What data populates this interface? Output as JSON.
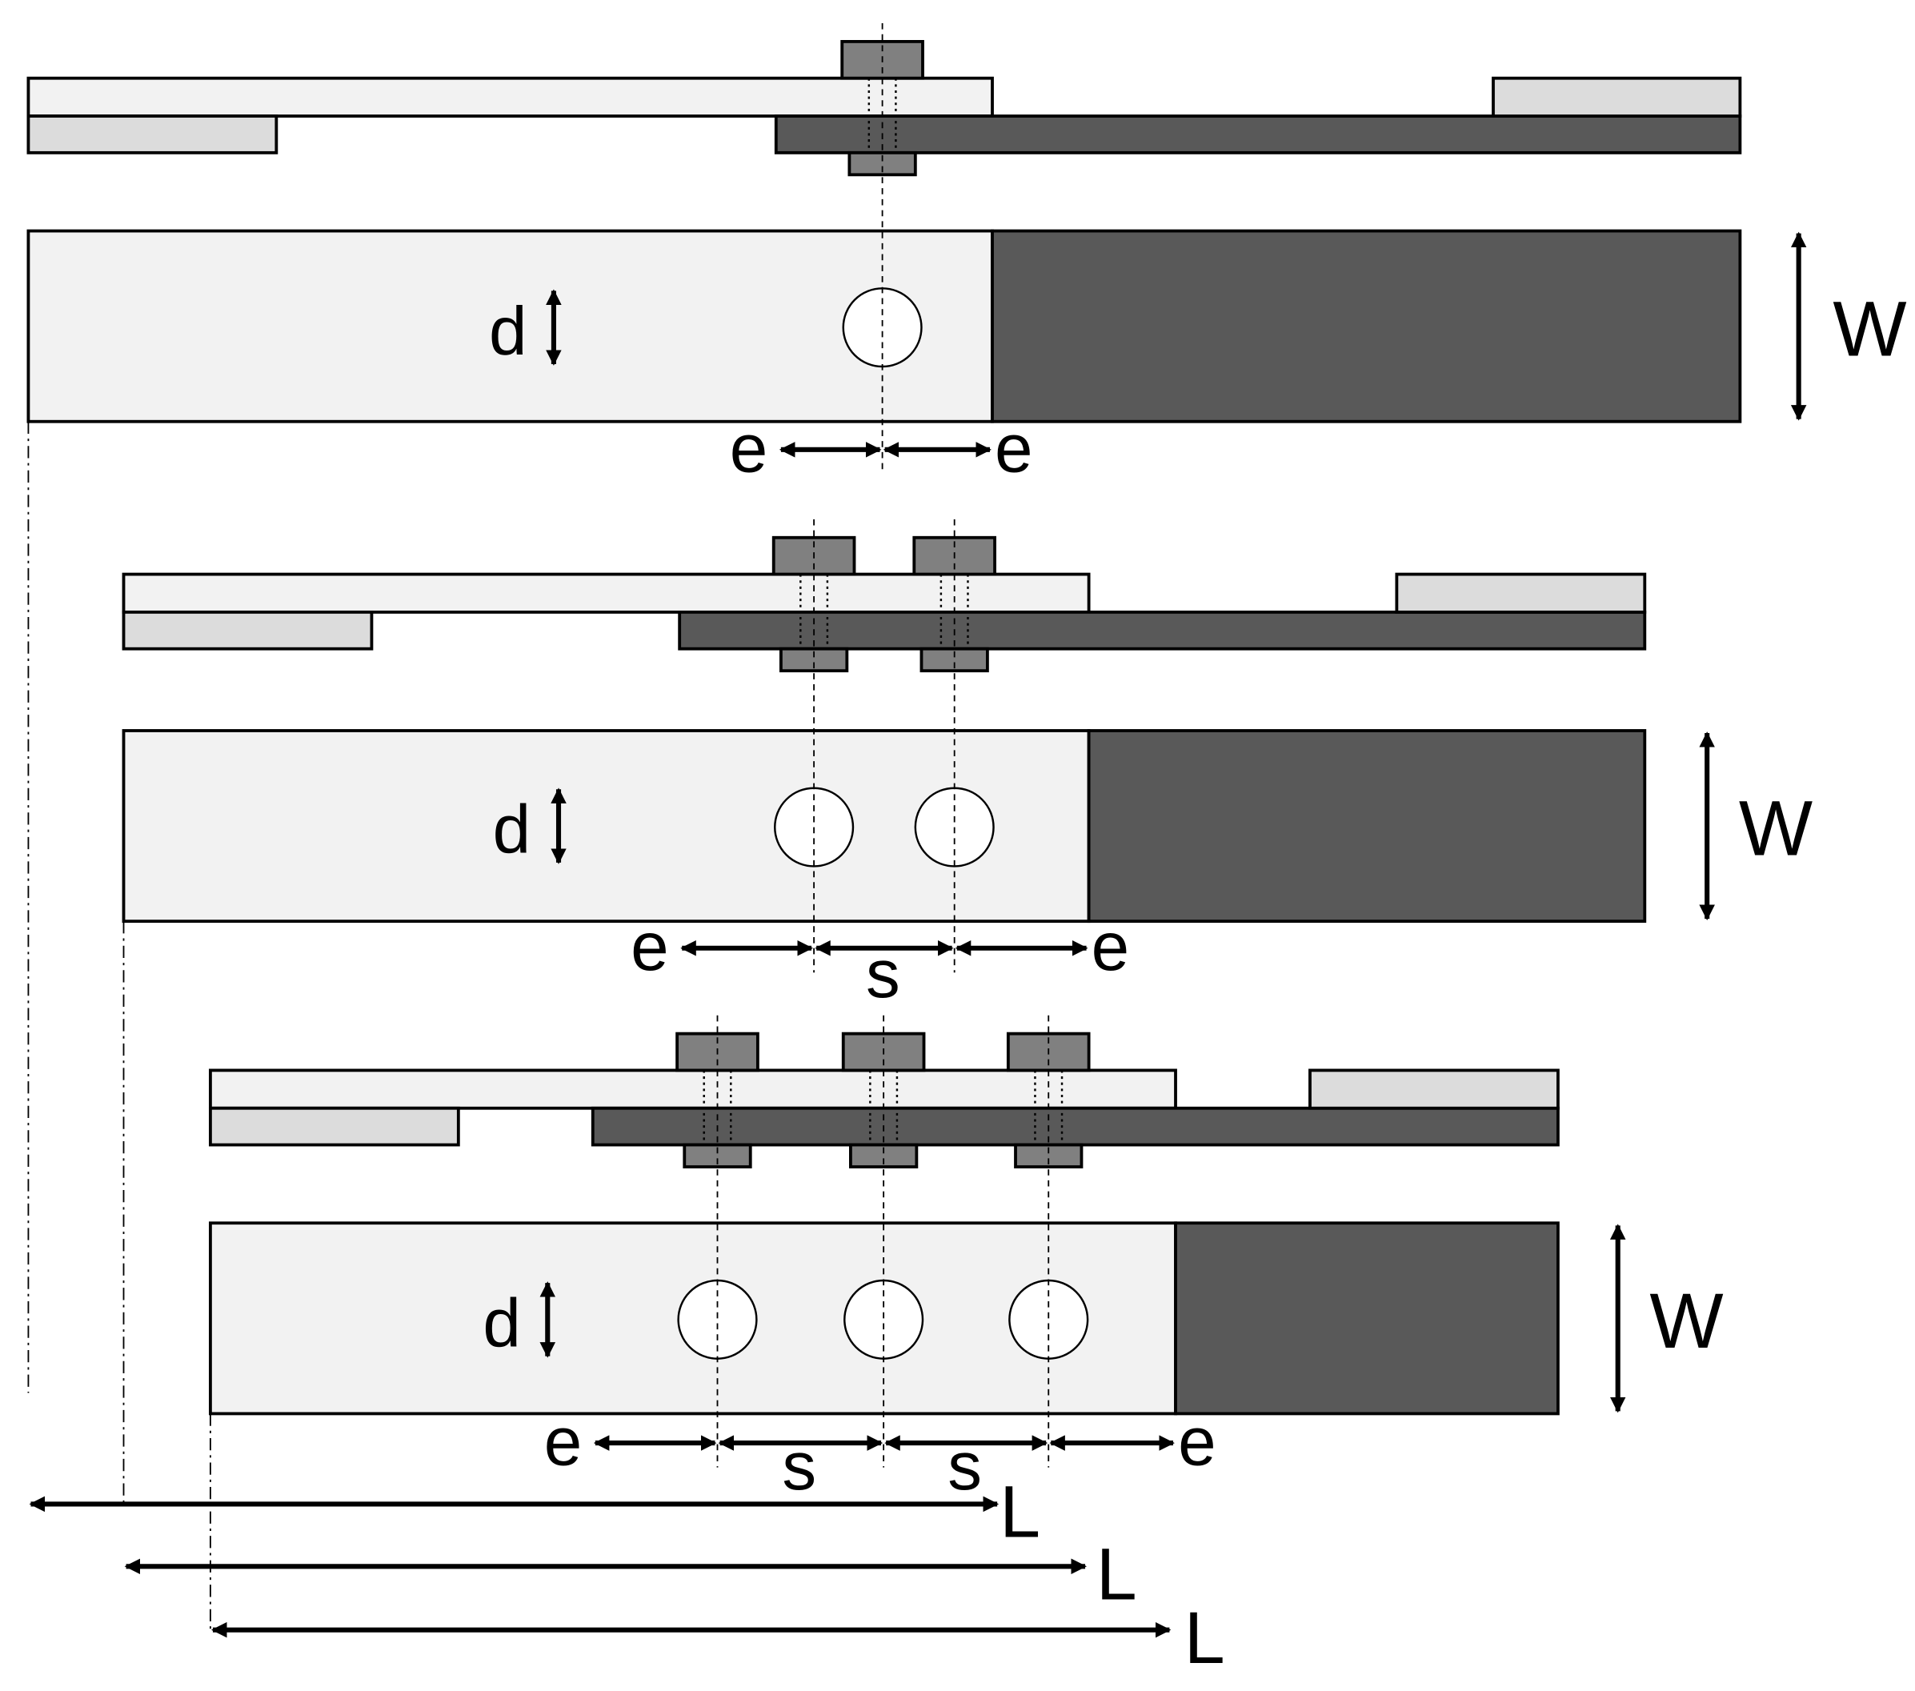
{
  "labels": {
    "hole_diameter": "d",
    "edge_distance": "e",
    "spacing": "s",
    "width": "W",
    "length": "L"
  },
  "colors": {
    "plate_light": "#f2f2f2",
    "plate_tab": "#dcdcdc",
    "plate_dark": "#595959",
    "bolt": "#808080",
    "background": "#ffffff",
    "stroke": "#000000"
  },
  "configurations": [
    {
      "bolt_count": 1
    },
    {
      "bolt_count": 2
    },
    {
      "bolt_count": 3
    }
  ]
}
